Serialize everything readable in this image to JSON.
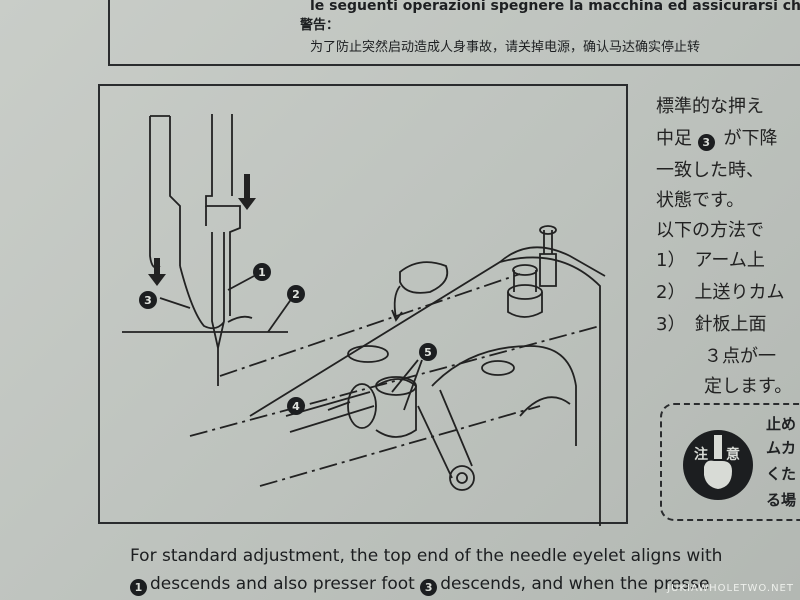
{
  "warning": {
    "italian": "le seguenti operazioni spegnere la macchina ed assicurarsi che i",
    "label": "警告：",
    "chinese": "为了防止突然启动造成人身事故，请关掉电源，确认马达确实停止转"
  },
  "figure": {
    "callouts": [
      "1",
      "2",
      "3",
      "4",
      "5"
    ]
  },
  "japanese": {
    "lines": [
      "標準的な押え",
      "中足",
      "が下降",
      "一致した時、",
      "状態です。",
      "以下の方法で",
      "1）　アーム上",
      "2）　上送りカム",
      "3）　針板上面",
      "３点が一",
      "定します。"
    ]
  },
  "caution": {
    "icon_char_left": "注",
    "icon_char_right": "意",
    "lines": [
      "止め",
      "ムカ",
      "くた",
      "る場"
    ]
  },
  "english": {
    "line1": "For standard adjustment, the top end of the needle eyelet aligns with",
    "line2_num1": "1",
    "line2_a": "descends and also presser foot",
    "line2_num2": "3",
    "line2_b": "descends, and when the presse"
  },
  "watermark": "JUKIAWHOLETWO.NET"
}
